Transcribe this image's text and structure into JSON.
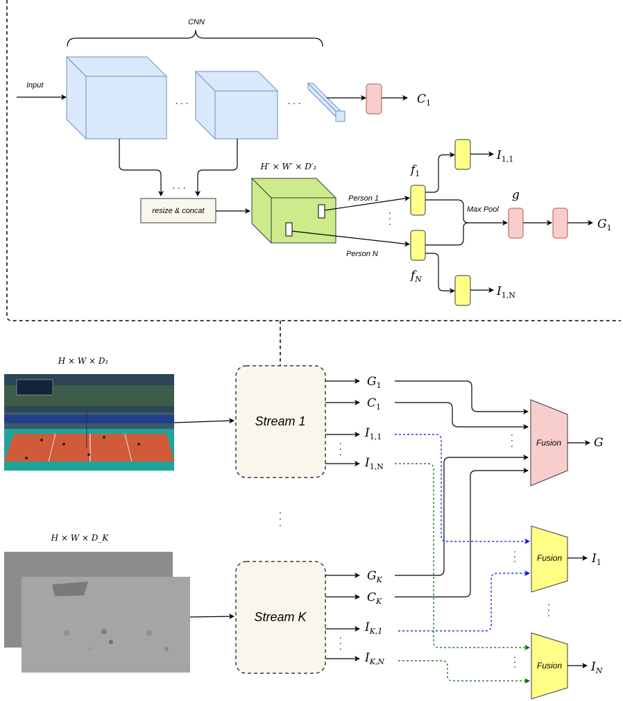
{
  "cnn_label": "CNN",
  "input_label": "Input",
  "dots_h": ". . .",
  "dots_v": ". . .",
  "resize_concat": "resize & concat",
  "feature_dims": "H′ × W′ × D′₁",
  "person_1": "Person 1",
  "person_n": "Person N",
  "max_pool": "Max Pool",
  "f1": "f",
  "f1_sub": "1",
  "fN": "f",
  "fN_sub": "N",
  "g_label": "g",
  "outputs_top": {
    "C1": {
      "main": "C",
      "sub": "1"
    },
    "I11": {
      "main": "I",
      "sub": "1,1"
    },
    "I1N": {
      "main": "I",
      "sub": "1,N"
    },
    "G1": {
      "main": "G",
      "sub": "1"
    }
  },
  "input1_dims": "H × W × D₁",
  "inputK_dims": "H × W × D_K",
  "stream1": "Stream 1",
  "streamK": "Stream K",
  "stream_outputs_1": [
    {
      "main": "G",
      "sub": "1"
    },
    {
      "main": "C",
      "sub": "1"
    },
    {
      "main": "I",
      "sub": "1,1"
    },
    {
      "main": "I",
      "sub": "1,N"
    }
  ],
  "stream_outputs_K": [
    {
      "main": "G",
      "sub": "K"
    },
    {
      "main": "C",
      "sub": "K"
    },
    {
      "main": "I",
      "sub": "K,1"
    },
    {
      "main": "I",
      "sub": "K,N"
    }
  ],
  "fusion_label": "Fusion",
  "fusion_outputs": [
    {
      "main": "G",
      "sub": ""
    },
    {
      "main": "I",
      "sub": "1"
    },
    {
      "main": "I",
      "sub": "N"
    }
  ],
  "colors": {
    "cube_blue": "#dae8fc",
    "cube_blue_stroke": "#6c8ebf",
    "cube_green": "#cdeb8b",
    "pink": "#f8cecc",
    "pink_stroke": "#b85450",
    "yellow": "#ffff88",
    "yellow_stroke": "#36393d",
    "stream_bg": "#f9f7ed",
    "blue_dash": "#0000ff",
    "green_dash": "#006600"
  }
}
